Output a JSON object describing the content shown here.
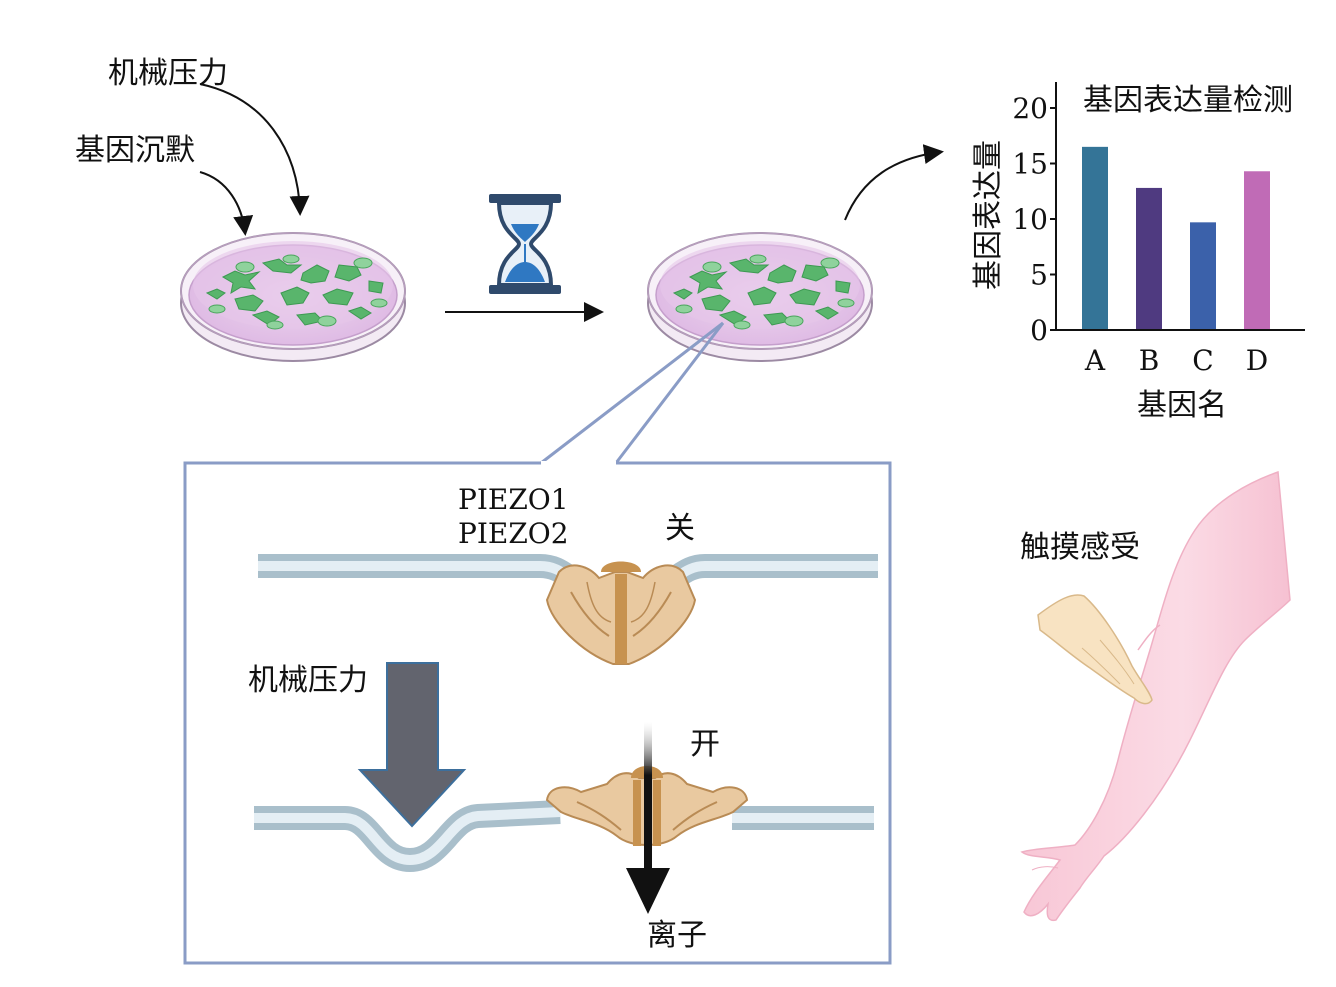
{
  "labels": {
    "mechanical_force_top": "机械压力",
    "gene_silencing": "基因沉默",
    "piezo1": "PIEZO1",
    "piezo2": "PIEZO2",
    "closed": "关",
    "open": "开",
    "mechanical_force_inset": "机械压力",
    "ions": "离子",
    "touch_sensation": "触摸感受"
  },
  "icons": {
    "timer": "hourglass-icon",
    "dish_before": "petri-dish-icon",
    "dish_after": "petri-dish-icon",
    "channel": "piezo-channel-icon",
    "force": "down-arrow-icon",
    "arm": "arm-illustration",
    "hand": "pointing-hand-illustration"
  },
  "colors": {
    "dish_medium": "#e6c6ea",
    "cells": "#4fb36a",
    "channel": "#e9c9a0",
    "channel_dark": "#c7924f",
    "membrane": "#a9bfcb",
    "inset_border": "#8a9cc6",
    "force_arrow": "#62646e",
    "skin": "#f8cfdc"
  },
  "chart_data": {
    "type": "bar",
    "title": "基因表达量检测",
    "xlabel": "基因名",
    "ylabel": "基因表达量",
    "categories": [
      "A",
      "B",
      "C",
      "D"
    ],
    "values": [
      16.5,
      12.8,
      9.7,
      14.3
    ],
    "bar_colors": [
      "#347497",
      "#4f3a80",
      "#3b61aa",
      "#c06bb6"
    ],
    "ylim": [
      0,
      20
    ],
    "yticks": [
      "0",
      "5",
      "10",
      "15",
      "20"
    ],
    "grid": false,
    "legend": "none"
  }
}
